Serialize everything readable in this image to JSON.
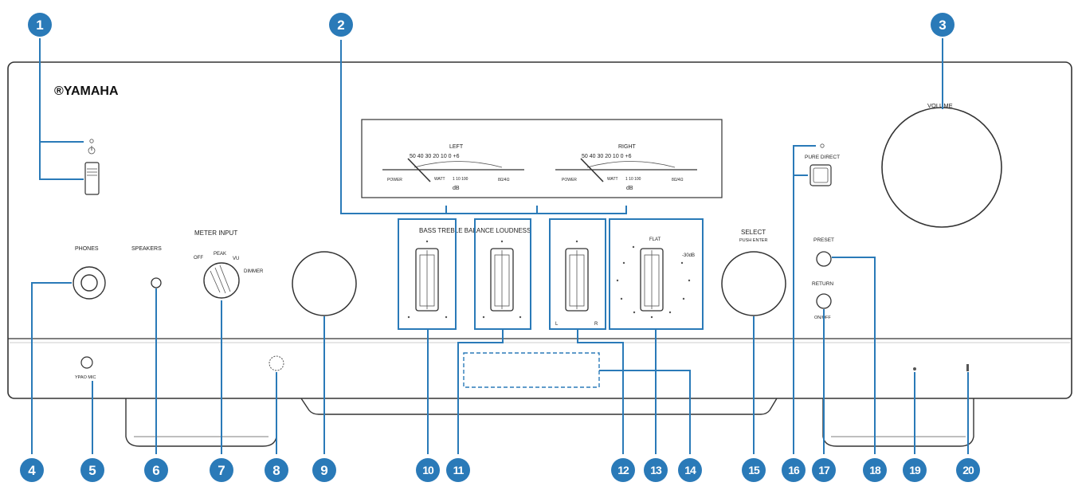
{
  "brand": "®YAMAHA",
  "meter": {
    "left_title": "LEFT",
    "right_title": "RIGHT",
    "scale_top": "50 40 30 20 10 0 +6",
    "power_label": "POWER",
    "watt_label": "WATT",
    "watt_marks": "1 10 100",
    "range_label": "8Ω/4Ω",
    "db_label": "dB"
  },
  "panel_labels": {
    "volume": "VOLUME",
    "pure_direct": "PURE DIRECT",
    "phones": "PHONES",
    "speakers": "SPEAKERS",
    "meter_input": "METER INPUT",
    "meter_off": "OFF",
    "meter_peak": "PEAK",
    "meter_vu": "VU",
    "meter_dimmer": "DIMMER",
    "tone_controls": "BASS TREBLE BALANCE LOUDNESS",
    "loudness_flat": "FLAT",
    "loudness_db": "-30dB",
    "balance_l": "L",
    "balance_r": "R",
    "select": "SELECT",
    "select_sub": "PUSH ENTER",
    "preset": "PRESET",
    "return": "RETURN",
    "return_sub": "ON/OFF",
    "ypao_mic": "YPAO MIC"
  },
  "callouts": [
    "1",
    "2",
    "3",
    "4",
    "5",
    "6",
    "7",
    "8",
    "9",
    "10",
    "11",
    "12",
    "13",
    "14",
    "15",
    "16",
    "17",
    "18",
    "19",
    "20"
  ],
  "colors": {
    "callout": "#2a7ab8",
    "panel": "#ffffff",
    "outline": "#333333"
  }
}
